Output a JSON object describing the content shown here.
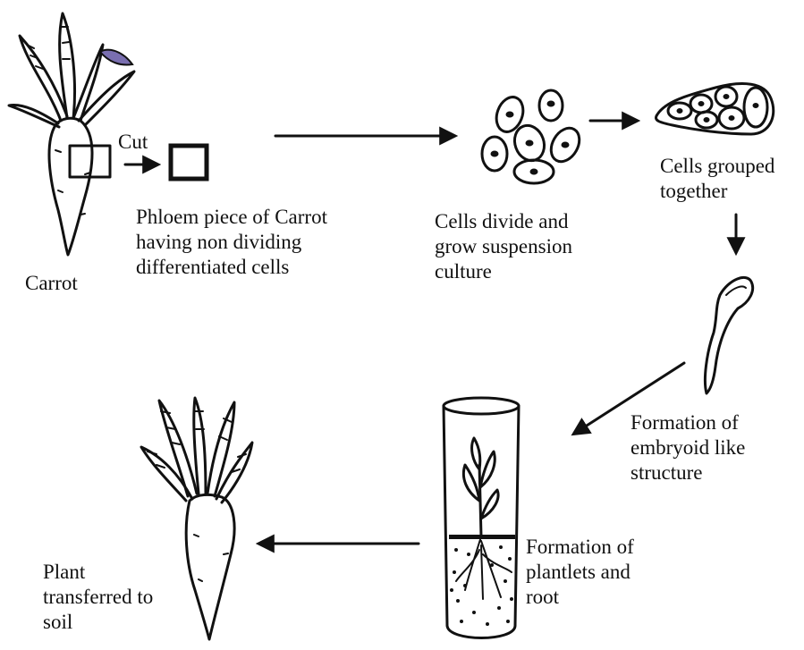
{
  "labels": {
    "carrot": "Carrot",
    "cut": "Cut",
    "phloem": "Phloem piece of Carrot\nhaving non dividing\ndifferentiated cells",
    "suspension": "Cells divide and\ngrow suspension\nculture",
    "grouped": "Cells grouped\ntogether",
    "embryoid": "Formation of\nembryoid like\nstructure",
    "plantlets": "Formation of\nplantlets and\nroot",
    "soil": "Plant\ntransferred to\nsoil"
  },
  "colors": {
    "ink": "#111111",
    "leaf_tint": "#7a6fb0",
    "background": "#ffffff"
  }
}
